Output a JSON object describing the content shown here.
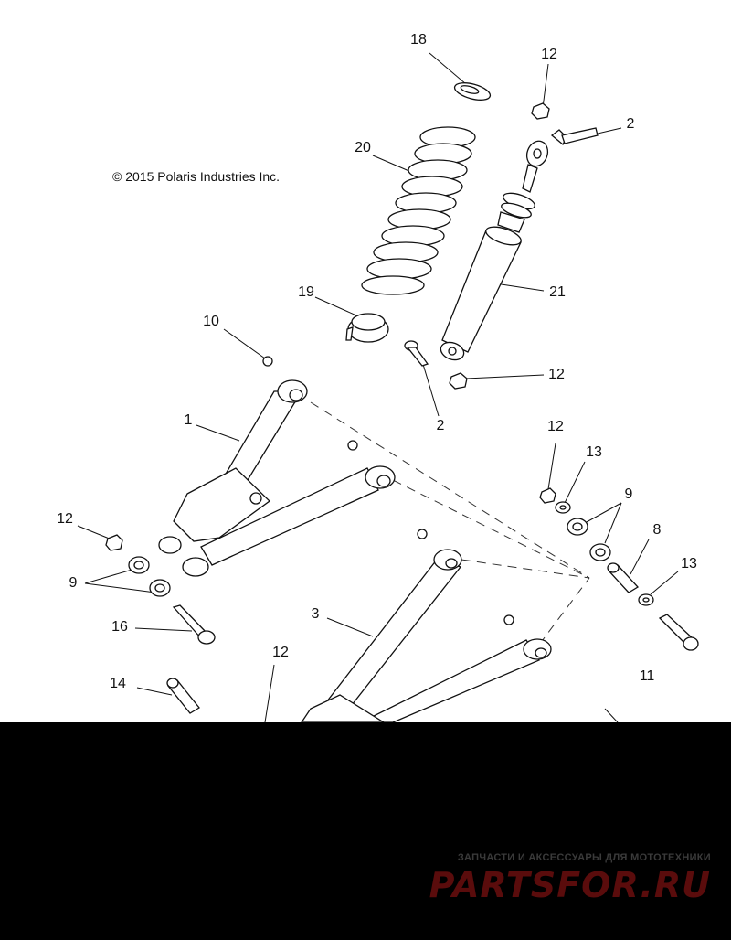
{
  "copyright": "© 2015 Polaris Industries Inc.",
  "callouts": [
    {
      "id": "c18",
      "text": "18"
    },
    {
      "id": "c12a",
      "text": "12"
    },
    {
      "id": "c2a",
      "text": "2"
    },
    {
      "id": "c20",
      "text": "20"
    },
    {
      "id": "c21",
      "text": "21"
    },
    {
      "id": "c19",
      "text": "19"
    },
    {
      "id": "c10",
      "text": "10"
    },
    {
      "id": "c12b",
      "text": "12"
    },
    {
      "id": "c2b",
      "text": "2"
    },
    {
      "id": "c1",
      "text": "1"
    },
    {
      "id": "c12c",
      "text": "12"
    },
    {
      "id": "c13a",
      "text": "13"
    },
    {
      "id": "c9a",
      "text": "9"
    },
    {
      "id": "c12d",
      "text": "12"
    },
    {
      "id": "c8",
      "text": "8"
    },
    {
      "id": "c13b",
      "text": "13"
    },
    {
      "id": "c9b",
      "text": "9"
    },
    {
      "id": "c3",
      "text": "3"
    },
    {
      "id": "c16",
      "text": "16"
    },
    {
      "id": "c11",
      "text": "11"
    },
    {
      "id": "c12e",
      "text": "12"
    },
    {
      "id": "c14",
      "text": "14"
    }
  ],
  "watermark": {
    "tagline": "ЗАПЧАСТИ И АКСЕССУАРЫ ДЛЯ МОТОТЕХНИКИ",
    "logo": "PARTSFOR.RU",
    "color": "#5a0c0c"
  }
}
